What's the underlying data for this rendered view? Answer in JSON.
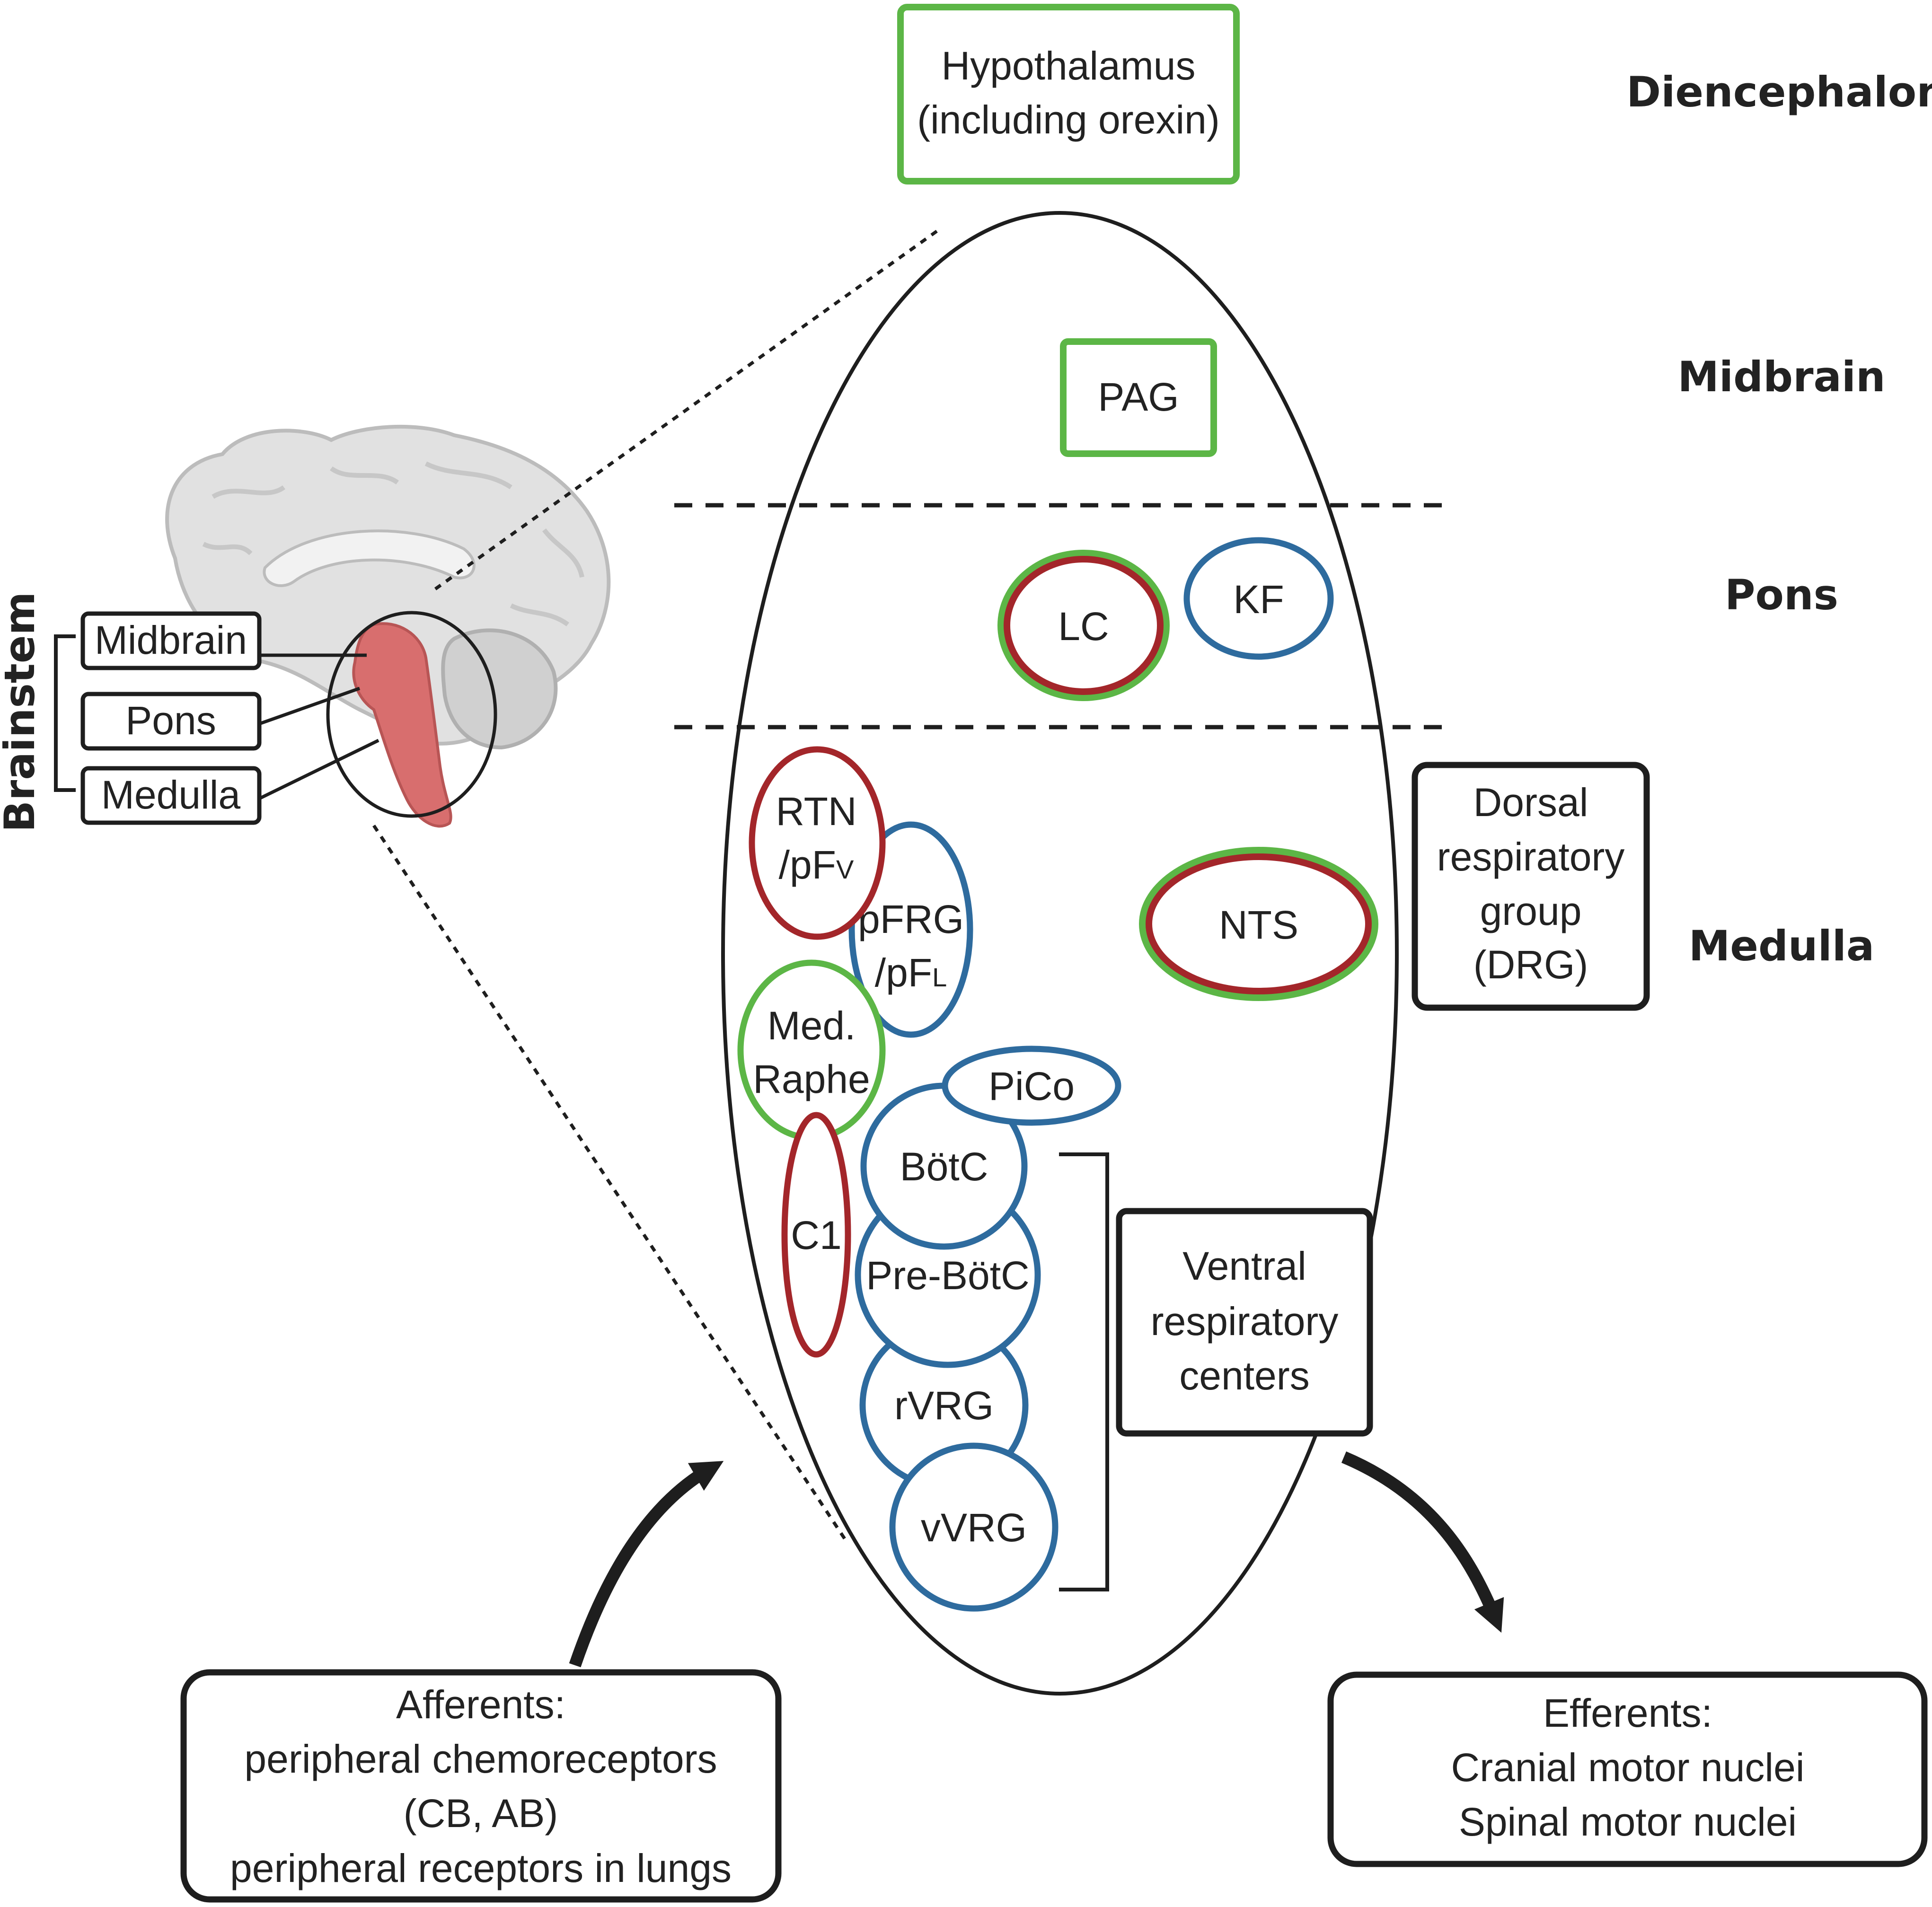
{
  "colors": {
    "green": "#5cb646",
    "red": "#a3262a",
    "blue": "#2e6b9e",
    "black": "#1e1e1e",
    "tissue": "#d86e6e",
    "brain": "#e1e1e1"
  },
  "regions": {
    "diencephalon": "Diencephalon",
    "midbrain": "Midbrain",
    "pons": "Pons",
    "medulla": "Medulla"
  },
  "brainstem_inset": {
    "title": "Brainstem",
    "midbrain": "Midbrain",
    "pons": "Pons",
    "medulla": "Medulla"
  },
  "nuclei": {
    "hypothalamus_line1": "Hypothalamus",
    "hypothalamus_line2": "(including orexin)",
    "pag": "PAG",
    "lc": "LC",
    "kf": "KF",
    "rtn_line1": "RTN",
    "rtn_line2_main": "/pF",
    "rtn_line2_sub": "V",
    "pfrg_line1": "pFRG",
    "pfrg_line2_main": "/pF",
    "pfrg_line2_sub": "L",
    "nts": "NTS",
    "raphe_line1": "Med.",
    "raphe_line2": "Raphe",
    "pico": "PiCo",
    "botc": "BötC",
    "c1": "C1",
    "prebotc": "Pre-BötC",
    "rvrg": "rVRG",
    "vvrg": "vVRG"
  },
  "groups": {
    "drg_line1": "Dorsal",
    "drg_line2": "respiratory",
    "drg_line3": "group",
    "drg_line4": "(DRG)",
    "vrc_line1": "Ventral",
    "vrc_line2": "respiratory",
    "vrc_line3": "centers"
  },
  "afferents": {
    "line1": "Afferents:",
    "line2": "peripheral chemoreceptors",
    "line3": "(CB, AB)",
    "line4": "peripheral receptors in lungs"
  },
  "efferents": {
    "line1": "Efferents:",
    "line2": "Cranial motor nuclei",
    "line3": "Spinal motor nuclei"
  }
}
